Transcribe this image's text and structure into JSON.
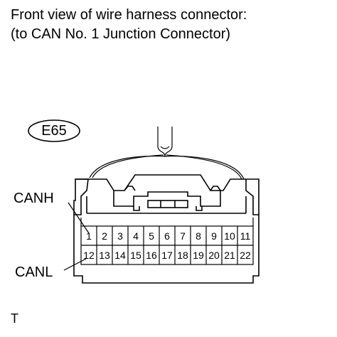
{
  "title": {
    "line1": "Front view of wire harness connector:",
    "line2": "(to CAN No. 1 Junction Connector)"
  },
  "connector": {
    "id": "E65",
    "row1_pins": [
      "1",
      "2",
      "3",
      "4",
      "5",
      "6",
      "7",
      "8",
      "9",
      "10",
      "11"
    ],
    "row2_pins": [
      "12",
      "13",
      "14",
      "15",
      "16",
      "17",
      "18",
      "19",
      "20",
      "21",
      "22"
    ]
  },
  "labels": {
    "canh": "CANH",
    "canl": "CANL"
  },
  "footer": "T"
}
